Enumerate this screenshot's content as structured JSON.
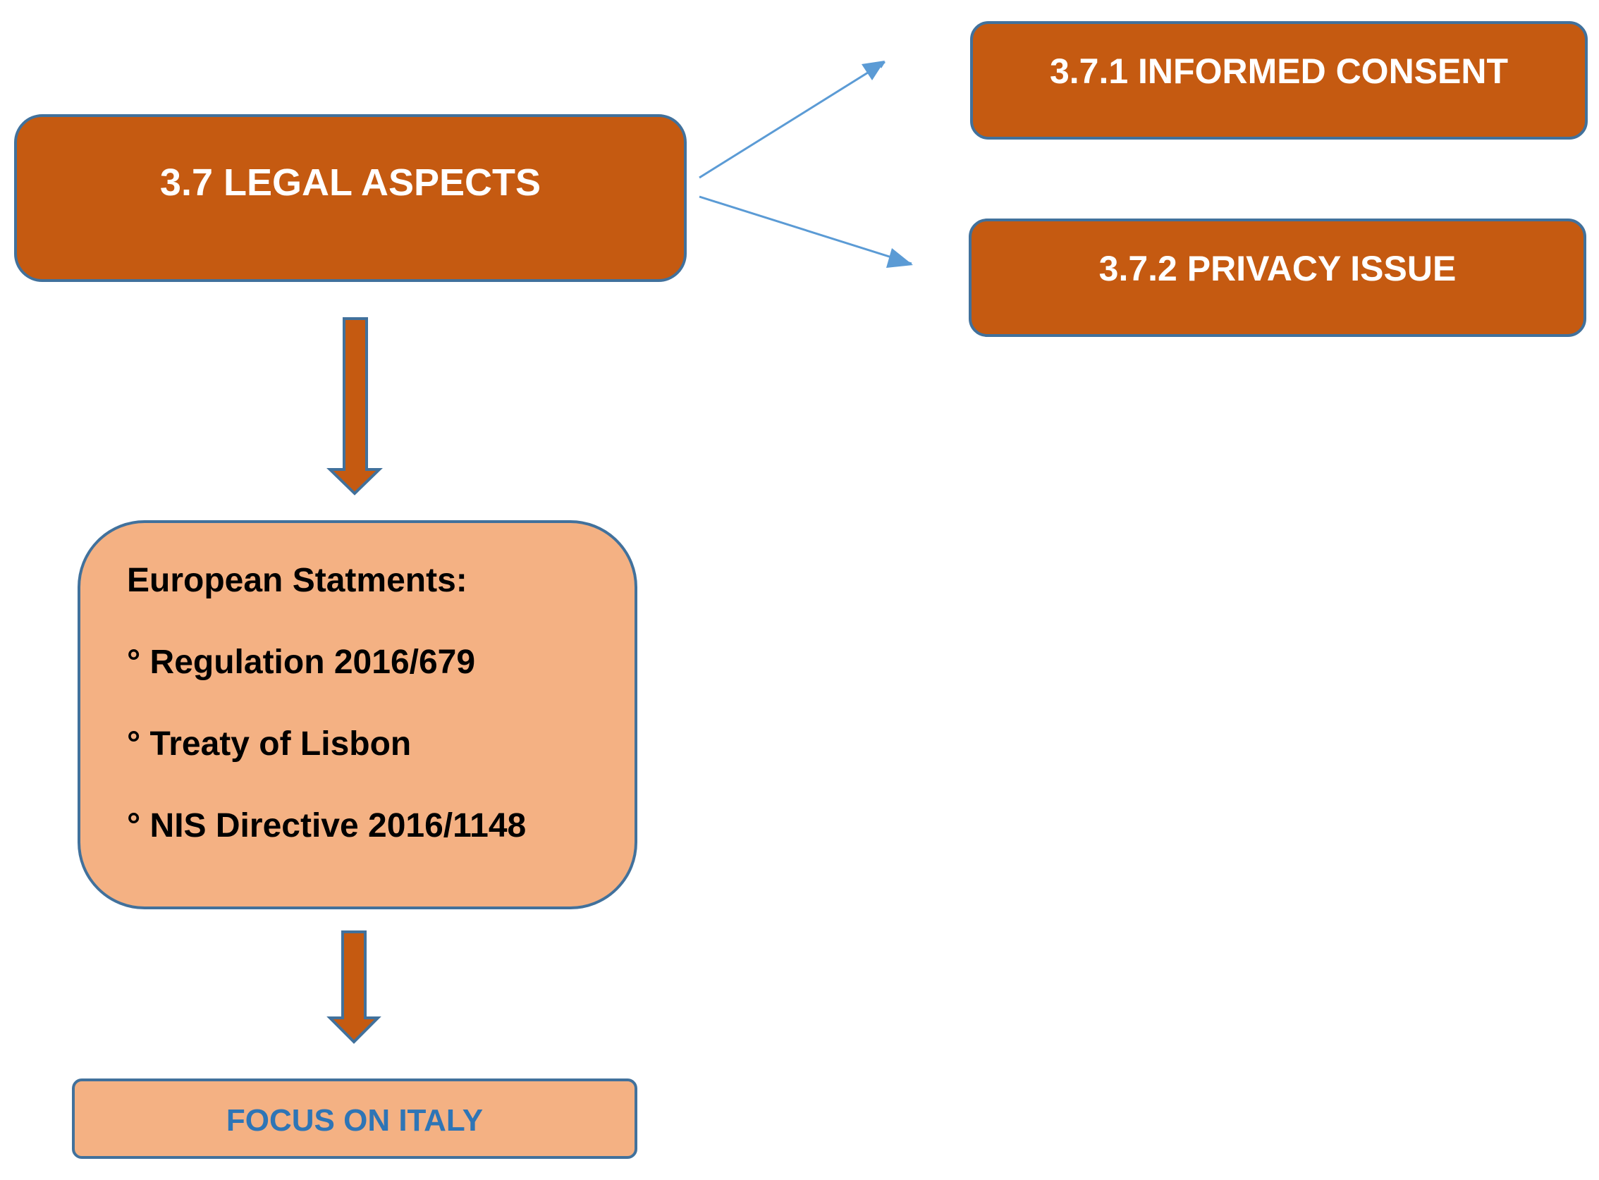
{
  "main_box": {
    "label": "3.7 LEGAL ASPECTS"
  },
  "sub_boxes": [
    {
      "label": "3.7.1 INFORMED CONSENT"
    },
    {
      "label": "3.7.2 PRIVACY ISSUE"
    }
  ],
  "european_box": {
    "heading": "European Statments:",
    "items": [
      "° Regulation 2016/679",
      "° Treaty of Lisbon",
      "° NIS Directive 2016/1148"
    ]
  },
  "italy_box": {
    "label": "FOCUS ON ITALY"
  },
  "colors": {
    "primary_fill": "#c55a11",
    "secondary_fill": "#f4b183",
    "border": "#41719c",
    "connector": "#5b9bd5",
    "italy_text": "#2e75b6"
  }
}
